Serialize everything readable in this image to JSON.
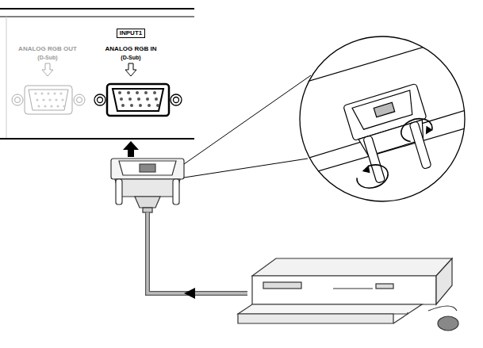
{
  "diagram": {
    "nodes": [
      {
        "text": [
          "INPUT1"
        ]
      }
    ],
    "labels": [
      "ANALOG RGB OUT",
      "(D-Sub)",
      "ANALOG RGB IN",
      "(D-Sub)"
    ]
  }
}
